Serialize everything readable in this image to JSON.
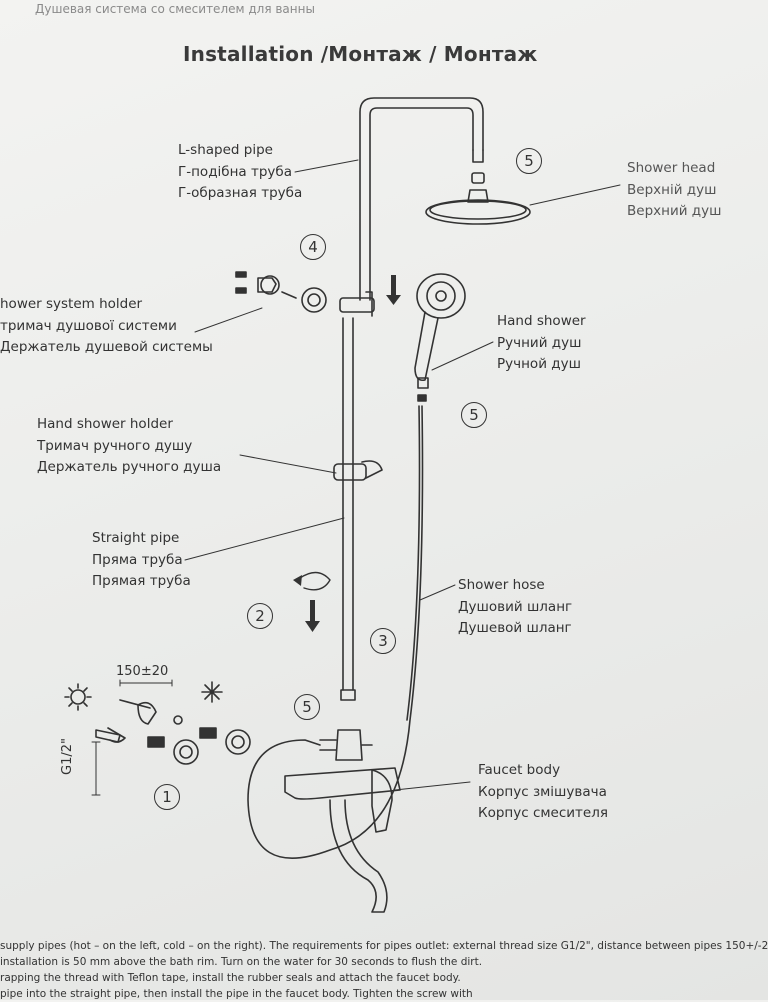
{
  "header_text": "Душевая система со смесителем для ванны",
  "title": "Installation /Монтаж / Монтаж",
  "labels": {
    "l_pipe": [
      "L-shaped pipe",
      "Г-подібна труба",
      "Г-образная труба"
    ],
    "shower_head": [
      "Shower head",
      "Верхній душ",
      "Верхний душ"
    ],
    "system_holder": [
      "hower system holder",
      "тримач душової системи",
      "Держатель душевой системы"
    ],
    "hand_shower": [
      "Hand shower",
      "Ручний душ",
      "Ручной душ"
    ],
    "hand_holder": [
      "Hand shower holder",
      "Тримач ручного душу",
      "Держатель ручного душа"
    ],
    "straight_pipe": [
      "Straight pipe",
      "Пряма труба",
      "Прямая труба"
    ],
    "shower_hose": [
      "Shower hose",
      "Душовий шланг",
      "Душевой шланг"
    ],
    "faucet_body": [
      "Faucet body",
      "Корпус змішувача",
      "Корпус смесителя"
    ]
  },
  "steps": {
    "s1": "1",
    "s2": "2",
    "s3": "3",
    "s4": "4",
    "s5a": "5",
    "s5b": "5",
    "s5c": "5"
  },
  "dimensions": {
    "spacing": "150±20",
    "thread": "G1/2\""
  },
  "footer": [
    "supply pipes (hot – on the left, cold – on the right). The requirements for pipes outlet: external thread size G1/2\", distance between  pipes 150+/-2",
    "installation is 50 mm above the bath rim. Turn on the water for 30 seconds to flush the dirt.",
    "rapping the thread with Teflon tape, install the rubber seals and attach the faucet body.",
    "pipe into the straight pipe, then install the pipe in the faucet body. Tighten the screw with"
  ]
}
